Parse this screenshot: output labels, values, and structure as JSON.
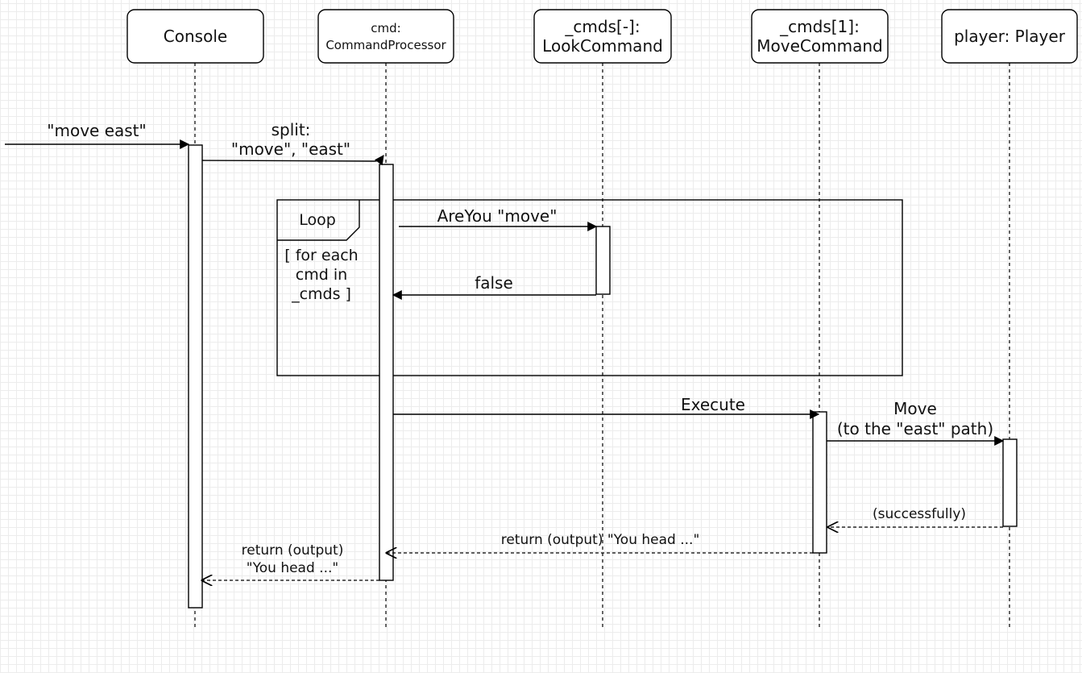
{
  "participants": [
    {
      "id": "console",
      "lines": [
        "Console"
      ],
      "small": false
    },
    {
      "id": "cmd",
      "lines": [
        "cmd:",
        "CommandProcessor"
      ],
      "small": true
    },
    {
      "id": "look",
      "lines": [
        "_cmds[-]:",
        "LookCommand"
      ],
      "small": false
    },
    {
      "id": "move",
      "lines": [
        "_cmds[1]:",
        "MoveCommand"
      ],
      "small": false
    },
    {
      "id": "player",
      "lines": [
        "player: Player"
      ],
      "small": false
    }
  ],
  "messages": [
    {
      "id": "input",
      "from": null,
      "to": "console",
      "lines": [
        "\"move east\""
      ],
      "style": "sync"
    },
    {
      "id": "split",
      "from": "console",
      "to": "cmd",
      "lines": [
        "split:",
        "\"move\", \"east\""
      ],
      "style": "sync"
    },
    {
      "id": "areyou",
      "from": "cmd",
      "to": "look",
      "lines": [
        "AreYou \"move\""
      ],
      "style": "sync"
    },
    {
      "id": "false",
      "from": "look",
      "to": "cmd",
      "lines": [
        "false"
      ],
      "style": "sync"
    },
    {
      "id": "execute",
      "from": "cmd",
      "to": "move",
      "lines": [
        "Execute"
      ],
      "style": "sync"
    },
    {
      "id": "move-call",
      "from": "move",
      "to": "player",
      "lines": [
        "Move",
        "(to the \"east\" path)"
      ],
      "style": "sync"
    },
    {
      "id": "successfully",
      "from": "player",
      "to": "move",
      "lines": [
        "(successfully)"
      ],
      "style": "return"
    },
    {
      "id": "return-move",
      "from": "move",
      "to": "cmd",
      "lines": [
        "return (output) \"You head ...\""
      ],
      "style": "return"
    },
    {
      "id": "return-cmd",
      "from": "cmd",
      "to": "console",
      "lines": [
        "return (output)",
        "\"You head ...\""
      ],
      "style": "return"
    }
  ],
  "loop": {
    "label": "Loop",
    "guard": [
      "[ for each",
      "cmd in",
      "_cmds ]"
    ]
  }
}
